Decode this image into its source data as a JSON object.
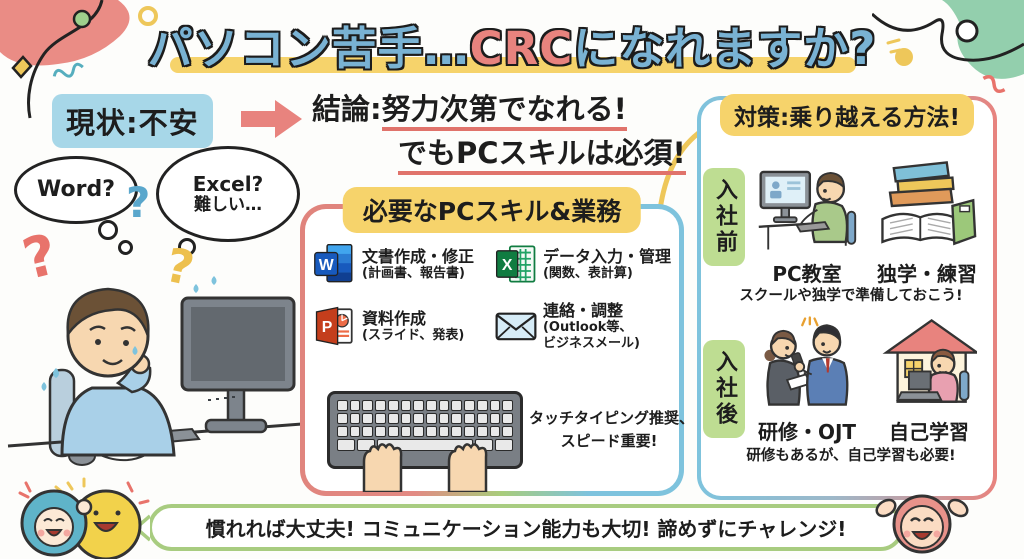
{
  "title": {
    "part1": "パソコン苦手…",
    "highlight": "CRC",
    "part2": "になれますか?"
  },
  "current": {
    "label": "現状:不安",
    "bubble1": "Word?",
    "bubble2_line1": "Excel?",
    "bubble2_line2": "難しい…",
    "question_mark": "?"
  },
  "conclusion": {
    "prefix": "結論:",
    "line1": "努力次第でなれる!",
    "line2": "でもPCスキルは必須!"
  },
  "skills": {
    "header": "必要なPCスキル&業務",
    "items": [
      {
        "icon": "word-icon",
        "title": "文書作成・修正",
        "sub": "(計画書、報告書)"
      },
      {
        "icon": "excel-icon",
        "title": "データ入力・管理",
        "sub": "(関数、表計算)"
      },
      {
        "icon": "powerpoint-icon",
        "title": "資料作成",
        "sub": "(スライド、発表)"
      },
      {
        "icon": "mail-icon",
        "title": "連絡・調整",
        "sub": "(Outlook等、",
        "sub2": "ビジネスメール)"
      }
    ],
    "typing_note_line1": "タッチタイピング推奨、",
    "typing_note_line2": "スピード重要!"
  },
  "measures": {
    "header": "対策:乗り越える方法!",
    "phases": [
      {
        "badge": "入社前",
        "items": [
          "PC教室",
          "独学・練習"
        ],
        "note": "スクールや独学で準備しておこう!"
      },
      {
        "badge": "入社後",
        "items": [
          "研修・OJT",
          "自己学習"
        ],
        "note": "研修もあるが、自己学習も必要!"
      }
    ]
  },
  "footer": {
    "message": "慣れれば大丈夫! コミュニケーション能力も大切! 諦めずにチャレンジ!"
  },
  "colors": {
    "title_blue": "#79b2d3",
    "accent_red": "#e8837e",
    "highlight_yellow": "#f6d36b",
    "badge_blue": "#a7d7e8",
    "badge_green": "#bedd92",
    "timeline_blue": "#7ec3dd",
    "banner_green": "#a8cc80",
    "underline_red": "#e0736b"
  }
}
